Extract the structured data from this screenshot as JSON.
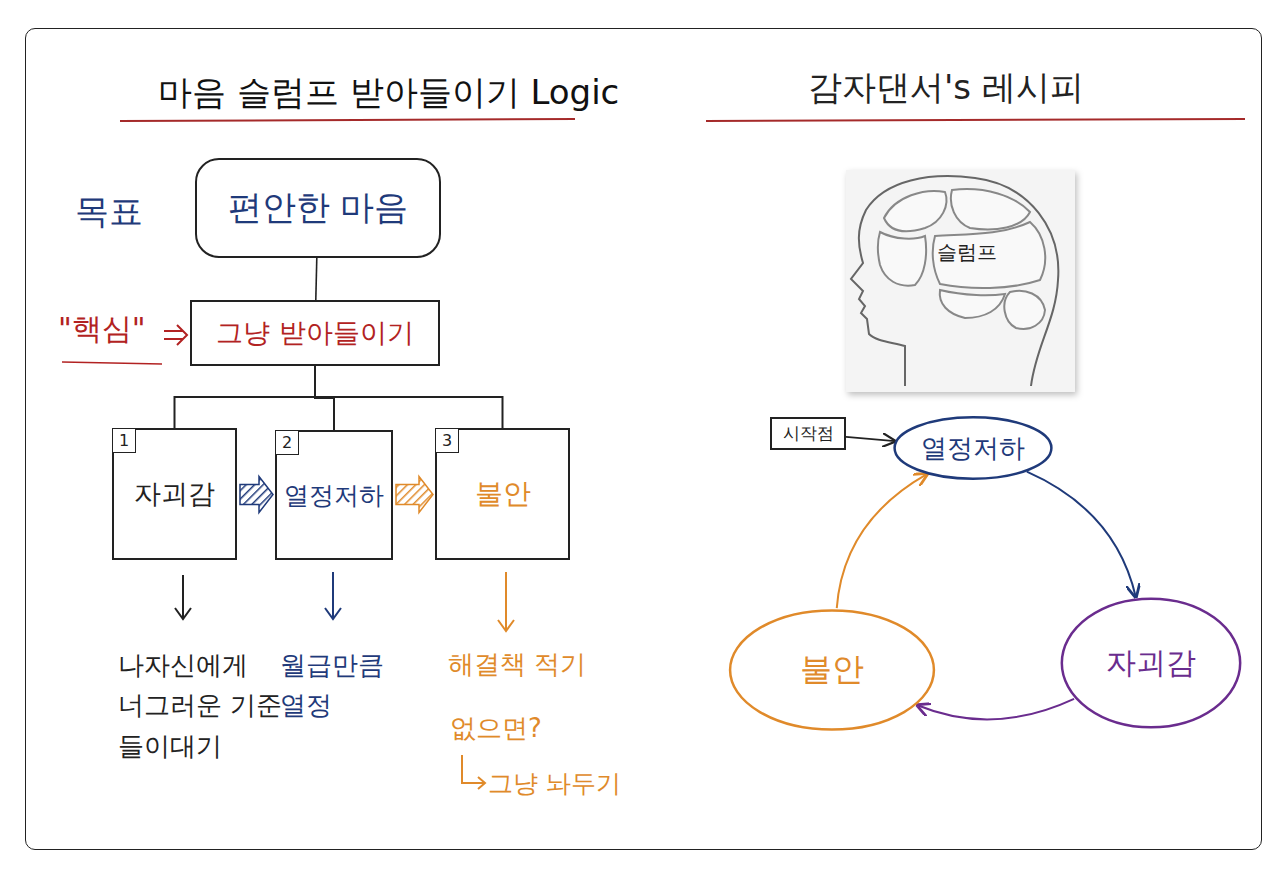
{
  "diagram": {
    "title": "마음 슬럼프 받아들이기 Logic",
    "nodes": [
      {
        "text": [
          "편안한 마음"
        ]
      },
      {
        "text": [
          "그냥 받아들이기"
        ]
      },
      {
        "text": [
          "자괴감"
        ]
      },
      {
        "text": [
          "1"
        ],
        "in": 2
      },
      {
        "text": [
          "열정저하"
        ]
      },
      {
        "text": [
          "2"
        ],
        "in": 4
      },
      {
        "text": [
          "불안"
        ]
      },
      {
        "text": [
          "3"
        ],
        "in": 6
      },
      {
        "text": [
          "시작점"
        ]
      },
      {
        "text": [
          "열정저하"
        ]
      },
      {
        "text": [
          "자괴감"
        ]
      },
      {
        "text": [
          "불안"
        ]
      }
    ],
    "edges": [
      {
        "from": 0,
        "to": 1,
        "arrow": "none"
      },
      {
        "from": 1,
        "to": 2,
        "arrow": "none"
      },
      {
        "from": 1,
        "to": 4,
        "arrow": "none"
      },
      {
        "from": 1,
        "to": 6,
        "arrow": "none"
      },
      {
        "from": 2,
        "to": 4,
        "arrow": "to"
      },
      {
        "from": 4,
        "to": 6,
        "arrow": "to"
      },
      {
        "from": 8,
        "to": 9,
        "arrow": "to"
      },
      {
        "from": 9,
        "to": 10,
        "arrow": "to"
      },
      {
        "from": 10,
        "to": 11,
        "arrow": "to"
      },
      {
        "from": 11,
        "to": 9,
        "arrow": "to"
      }
    ],
    "labels": [
      "목표",
      "\"핵심\"",
      "감자댄서's 레시피",
      "나자신에게 너그러운 기준 들이대기",
      "월급만큼 열정",
      "해결책 적기",
      "없으면?",
      "그냥 놔두기",
      "슬럼프"
    ]
  }
}
